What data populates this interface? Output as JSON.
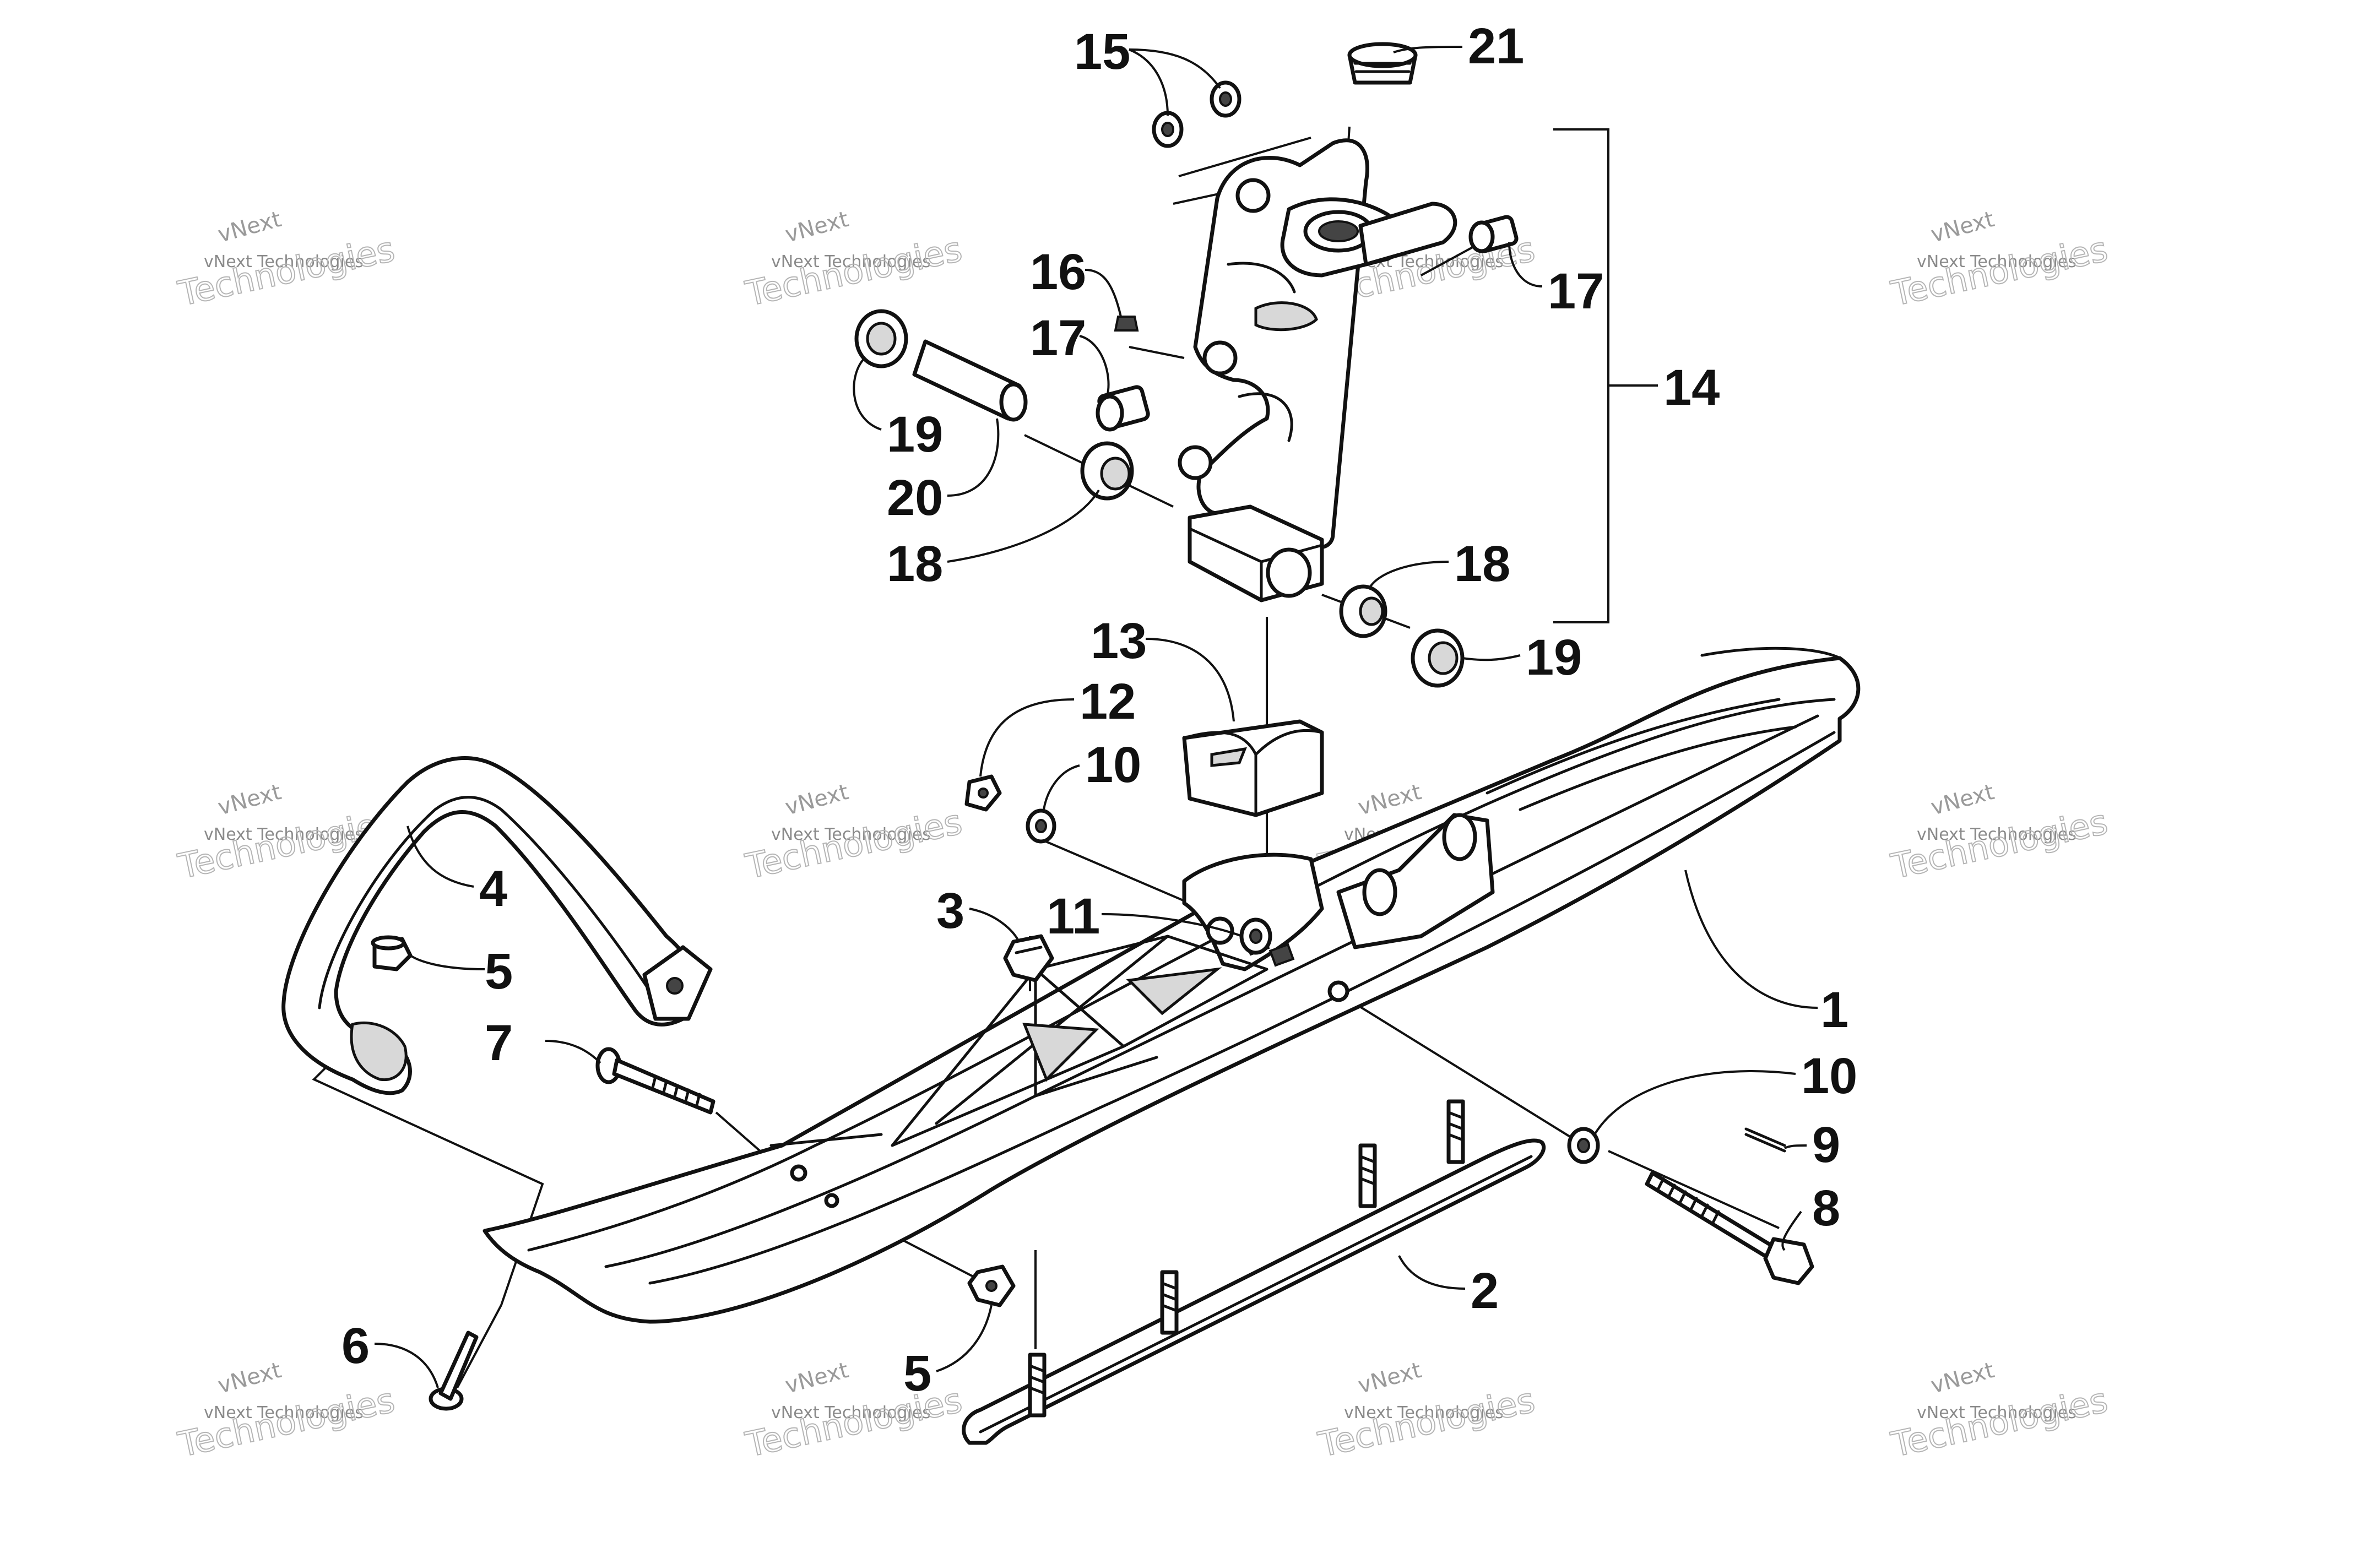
{
  "watermark": {
    "line1": "vNext",
    "line2": "vNext Technologies",
    "line3": "Technologies"
  },
  "callouts": [
    {
      "id": "c15",
      "text": "15"
    },
    {
      "id": "c21",
      "text": "21"
    },
    {
      "id": "c16",
      "text": "16"
    },
    {
      "id": "c17a",
      "text": "17"
    },
    {
      "id": "c17b",
      "text": "17"
    },
    {
      "id": "c14",
      "text": "14"
    },
    {
      "id": "c19a",
      "text": "19"
    },
    {
      "id": "c20",
      "text": "20"
    },
    {
      "id": "c18a",
      "text": "18"
    },
    {
      "id": "c18b",
      "text": "18"
    },
    {
      "id": "c19b",
      "text": "19"
    },
    {
      "id": "c13",
      "text": "13"
    },
    {
      "id": "c12",
      "text": "12"
    },
    {
      "id": "c10a",
      "text": "10"
    },
    {
      "id": "c4",
      "text": "4"
    },
    {
      "id": "c5a",
      "text": "5"
    },
    {
      "id": "c3",
      "text": "3"
    },
    {
      "id": "c11",
      "text": "11"
    },
    {
      "id": "c7",
      "text": "7"
    },
    {
      "id": "c1",
      "text": "1"
    },
    {
      "id": "c10b",
      "text": "10"
    },
    {
      "id": "c9",
      "text": "9"
    },
    {
      "id": "c8",
      "text": "8"
    },
    {
      "id": "c2",
      "text": "2"
    },
    {
      "id": "c6",
      "text": "6"
    },
    {
      "id": "c5b",
      "text": "5"
    }
  ]
}
